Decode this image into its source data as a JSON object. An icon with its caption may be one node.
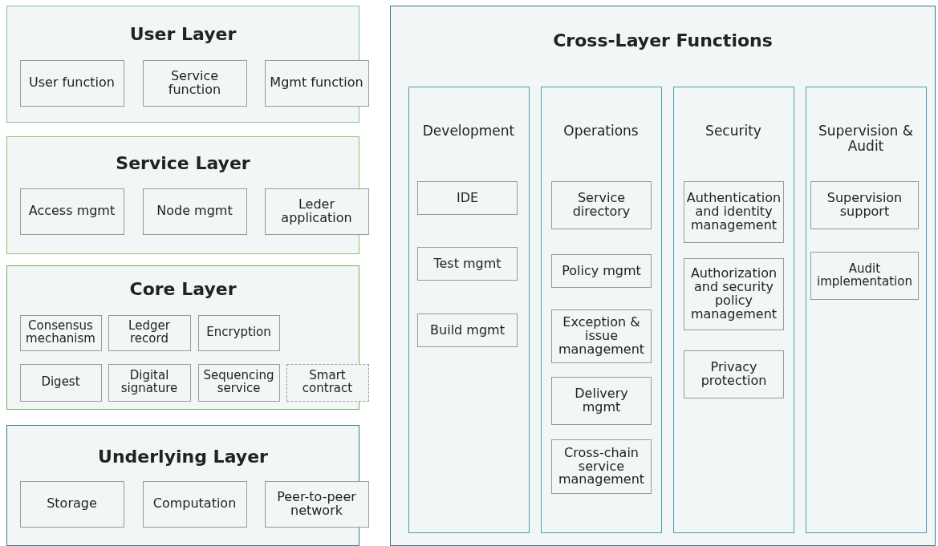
{
  "diagram": {
    "nodes": [
      {
        "text": [
          "User Layer"
        ]
      },
      {
        "text": [
          "User function"
        ],
        "in": 0
      },
      {
        "text": [
          "Service function"
        ],
        "in": 0
      },
      {
        "text": [
          "Mgmt function"
        ],
        "in": 0
      },
      {
        "text": [
          "Service Layer"
        ]
      },
      {
        "text": [
          "Access mgmt"
        ],
        "in": 4
      },
      {
        "text": [
          "Node mgmt"
        ],
        "in": 4
      },
      {
        "text": [
          "Leder application"
        ],
        "in": 4
      },
      {
        "text": [
          "Core Layer"
        ]
      },
      {
        "text": [
          "Consensus mechanism"
        ],
        "in": 8
      },
      {
        "text": [
          "Ledger record"
        ],
        "in": 8
      },
      {
        "text": [
          "Encryption"
        ],
        "in": 8
      },
      {
        "text": [
          "Digest"
        ],
        "in": 8
      },
      {
        "text": [
          "Digital signature"
        ],
        "in": 8
      },
      {
        "text": [
          "Sequencing service"
        ],
        "in": 8
      },
      {
        "text": [
          "Smart contract"
        ],
        "in": 8
      },
      {
        "text": [
          "Underlying Layer"
        ]
      },
      {
        "text": [
          "Storage"
        ],
        "in": 16
      },
      {
        "text": [
          "Computation"
        ],
        "in": 16
      },
      {
        "text": [
          "Peer-to-peer network"
        ],
        "in": 16
      },
      {
        "text": [
          "Cross-Layer Functions"
        ]
      },
      {
        "text": [
          "Development"
        ],
        "in": 20
      },
      {
        "text": [
          "IDE"
        ],
        "in": 21
      },
      {
        "text": [
          "Test mgmt"
        ],
        "in": 21
      },
      {
        "text": [
          "Build mgmt"
        ],
        "in": 21
      },
      {
        "text": [
          "Operations"
        ],
        "in": 20
      },
      {
        "text": [
          "Service directory"
        ],
        "in": 25
      },
      {
        "text": [
          "Policy mgmt"
        ],
        "in": 25
      },
      {
        "text": [
          "Exception & issue management"
        ],
        "in": 25
      },
      {
        "text": [
          "Delivery mgmt"
        ],
        "in": 25
      },
      {
        "text": [
          "Cross-chain service management"
        ],
        "in": 25
      },
      {
        "text": [
          "Security"
        ],
        "in": 20
      },
      {
        "text": [
          "Authentication and identity management"
        ],
        "in": 31
      },
      {
        "text": [
          "Authorization and security policy management"
        ],
        "in": 31
      },
      {
        "text": [
          "Privacy protection"
        ],
        "in": 31
      },
      {
        "text": [
          "Supervision & Audit"
        ],
        "in": 20
      },
      {
        "text": [
          "Supervision support"
        ],
        "in": 35
      },
      {
        "text": [
          "Audit implementation"
        ],
        "in": 35
      }
    ],
    "edges": []
  }
}
